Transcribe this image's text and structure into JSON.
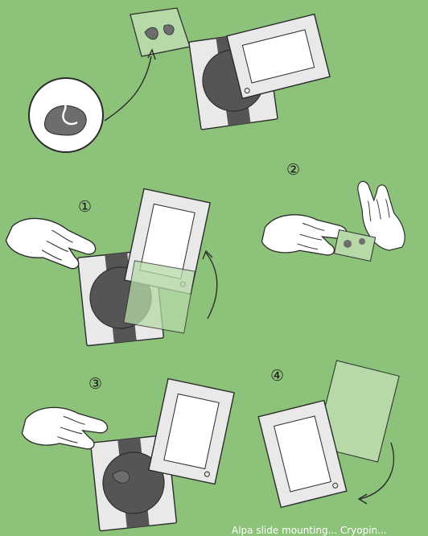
{
  "colors": {
    "background": "#8cc27a",
    "paper": "#ffffff",
    "frame": "#e9e9e9",
    "frame_dark": "#c9c9c9",
    "disc": "#555555",
    "leaf_tissue": "#6d6d6d",
    "outline": "#2b2b2b",
    "transparent_sheet": "#b6d9a7"
  },
  "steps": {
    "step1": "①",
    "step2": "②",
    "step3": "③",
    "step4": "④"
  },
  "caption": "Alpa slide mounting... Cryopin..."
}
